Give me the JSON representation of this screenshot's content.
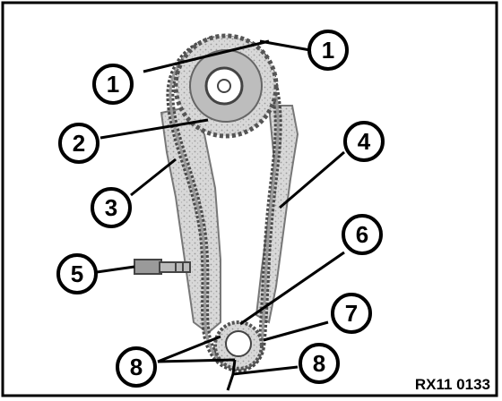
{
  "callouts": [
    "1",
    "1",
    "2",
    "3",
    "4",
    "5",
    "6",
    "7",
    "8",
    "8"
  ],
  "reference_code": "RX11 0133",
  "colors": {
    "ink": "#000000",
    "chain": "#5a5a5a",
    "guide": "#c8c8c8",
    "background": "#ffffff"
  }
}
